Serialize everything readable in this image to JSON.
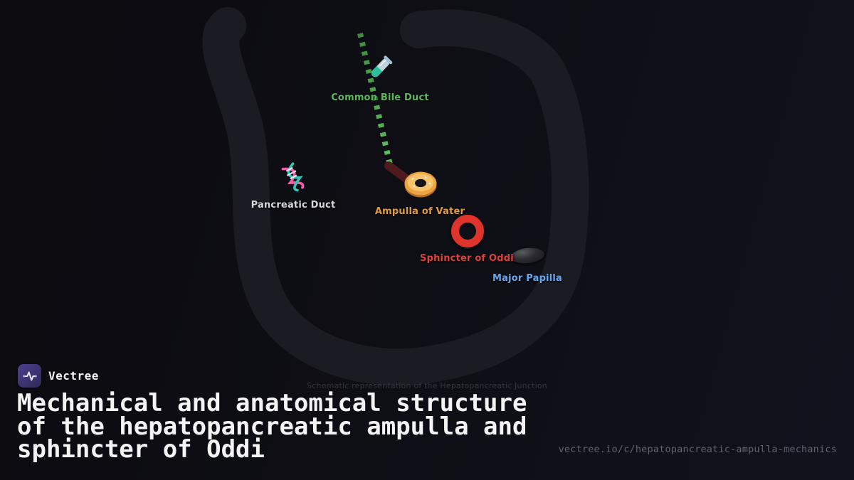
{
  "brand": {
    "name": "Vectree",
    "logo_icon": "pulse-icon"
  },
  "title": {
    "lines": [
      "Mechanical and anatomical structure",
      "of the hepatopancreatic ampulla and",
      "sphincter of Oddi"
    ]
  },
  "footer": {
    "url": "vectree.io/c/hepatopancreatic-ampulla-mechanics"
  },
  "diagram": {
    "caption": "Schematic representation of the Hepatopancreatic Junction",
    "labels": {
      "common_bile_duct": "Common Bile Duct",
      "pancreatic_duct": "Pancreatic Duct",
      "ampulla_of_vater": "Ampulla of Vater",
      "sphincter_of_oddi": "Sphincter of Oddi",
      "major_papilla": "Major Papilla"
    },
    "icons": {
      "common_bile_duct": "test-tube-icon",
      "pancreatic_duct": "dna-icon",
      "ampulla_of_vater": "donut-icon",
      "sphincter_of_oddi": "red-ring-icon",
      "major_papilla": "dark-ellipse-icon"
    },
    "colors": {
      "common_bile_duct": "#5cb85c",
      "pancreatic_duct": "#d8d8dc",
      "ampulla_of_vater": "#dd9c3f",
      "sphincter_of_oddi": "#e0413a",
      "major_papilla": "#64a9ef",
      "bile_duct_line": "#4f9e4f",
      "connector_line": "#4e1a1e",
      "background": "#0d0d13",
      "duodenum_outline": "#1b1b23",
      "logo_purple": "#4d3f90"
    }
  }
}
